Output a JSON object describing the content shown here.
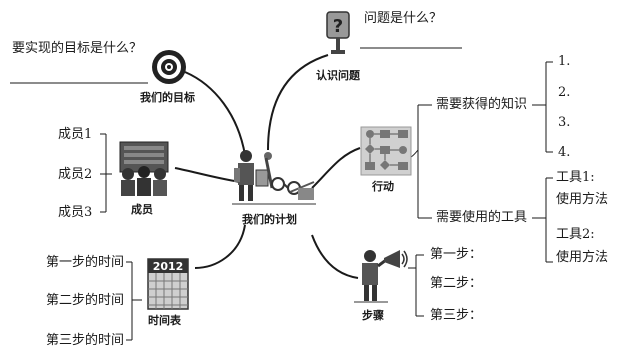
{
  "center": {
    "label": "我们的计划"
  },
  "goal": {
    "label": "我们的目标",
    "question": "要实现的目标是什么？"
  },
  "problem": {
    "label": "认识问题",
    "question": "问题是什么？",
    "icon_glyph": "?"
  },
  "members": {
    "label": "成员",
    "items": [
      "成员1",
      "成员2",
      "成员3"
    ]
  },
  "action": {
    "label": "行动",
    "knowledge": {
      "label": "需要获得的知识",
      "items": [
        "1.",
        "2.",
        "3.",
        "4."
      ]
    },
    "tools": {
      "label": "需要使用的工具",
      "items": [
        {
          "name": "工具1:",
          "usage": "使用方法"
        },
        {
          "name": "工具2:",
          "usage": "使用方法"
        }
      ]
    }
  },
  "timeline": {
    "label": "时间表",
    "calendar_year": "2012",
    "items": [
      "第一步的时间",
      "第二步的时间",
      "第三步的时间"
    ]
  },
  "steps": {
    "label": "步骤",
    "items": [
      "第一步：",
      "第二步：",
      "第三步："
    ]
  },
  "colors": {
    "line": "#1a1a1a",
    "icon_gray": "#888888",
    "dark": "#333333"
  }
}
